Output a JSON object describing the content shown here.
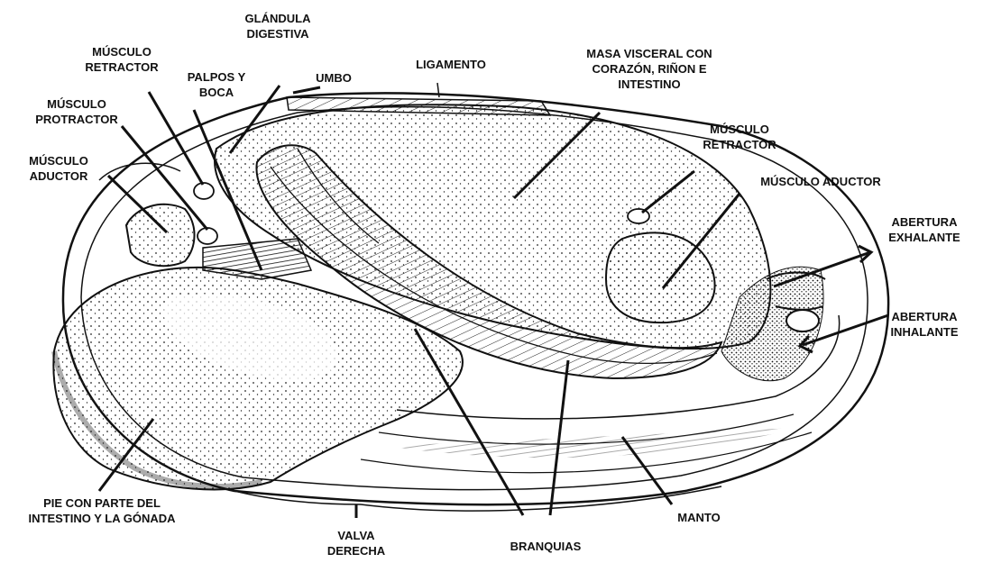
{
  "diagram": {
    "labels": {
      "glandula_digestiva": "GLÁNDULA\nDIGESTIVA",
      "musculo_retractor_anterior": "MÚSCULO\nRETRACTOR",
      "palpos_boca": "PALPOS Y\nBOCA",
      "umbo": "UMBO",
      "ligamento": "LIGAMENTO",
      "masa_visceral": "MASA VISCERAL CON\nCORAZÓN, RIÑON E\nINTESTINO",
      "musculo_protractor": "MÚSCULO\nPROTRACTOR",
      "musculo_aductor_anterior": "MÚSCULO\nADUCTOR",
      "musculo_retractor_posterior": "MÚSCULO\nRETRACTOR",
      "musculo_aductor_posterior": "MÚSCULO ADUCTOR",
      "abertura_exhalante": "ABERTURA\nEXHALANTE",
      "abertura_inhalante": "ABERTURA\nINHALANTE",
      "pie": "PIE CON PARTE DEL\nINTESTINO Y LA GÓNADA",
      "manto": "MANTO",
      "valva_derecha": "VALVA\nDERECHA",
      "branquias": "BRANQUIAS"
    },
    "colors": {
      "ink": "#111111",
      "paper": "#ffffff",
      "dots": "#333333"
    }
  }
}
